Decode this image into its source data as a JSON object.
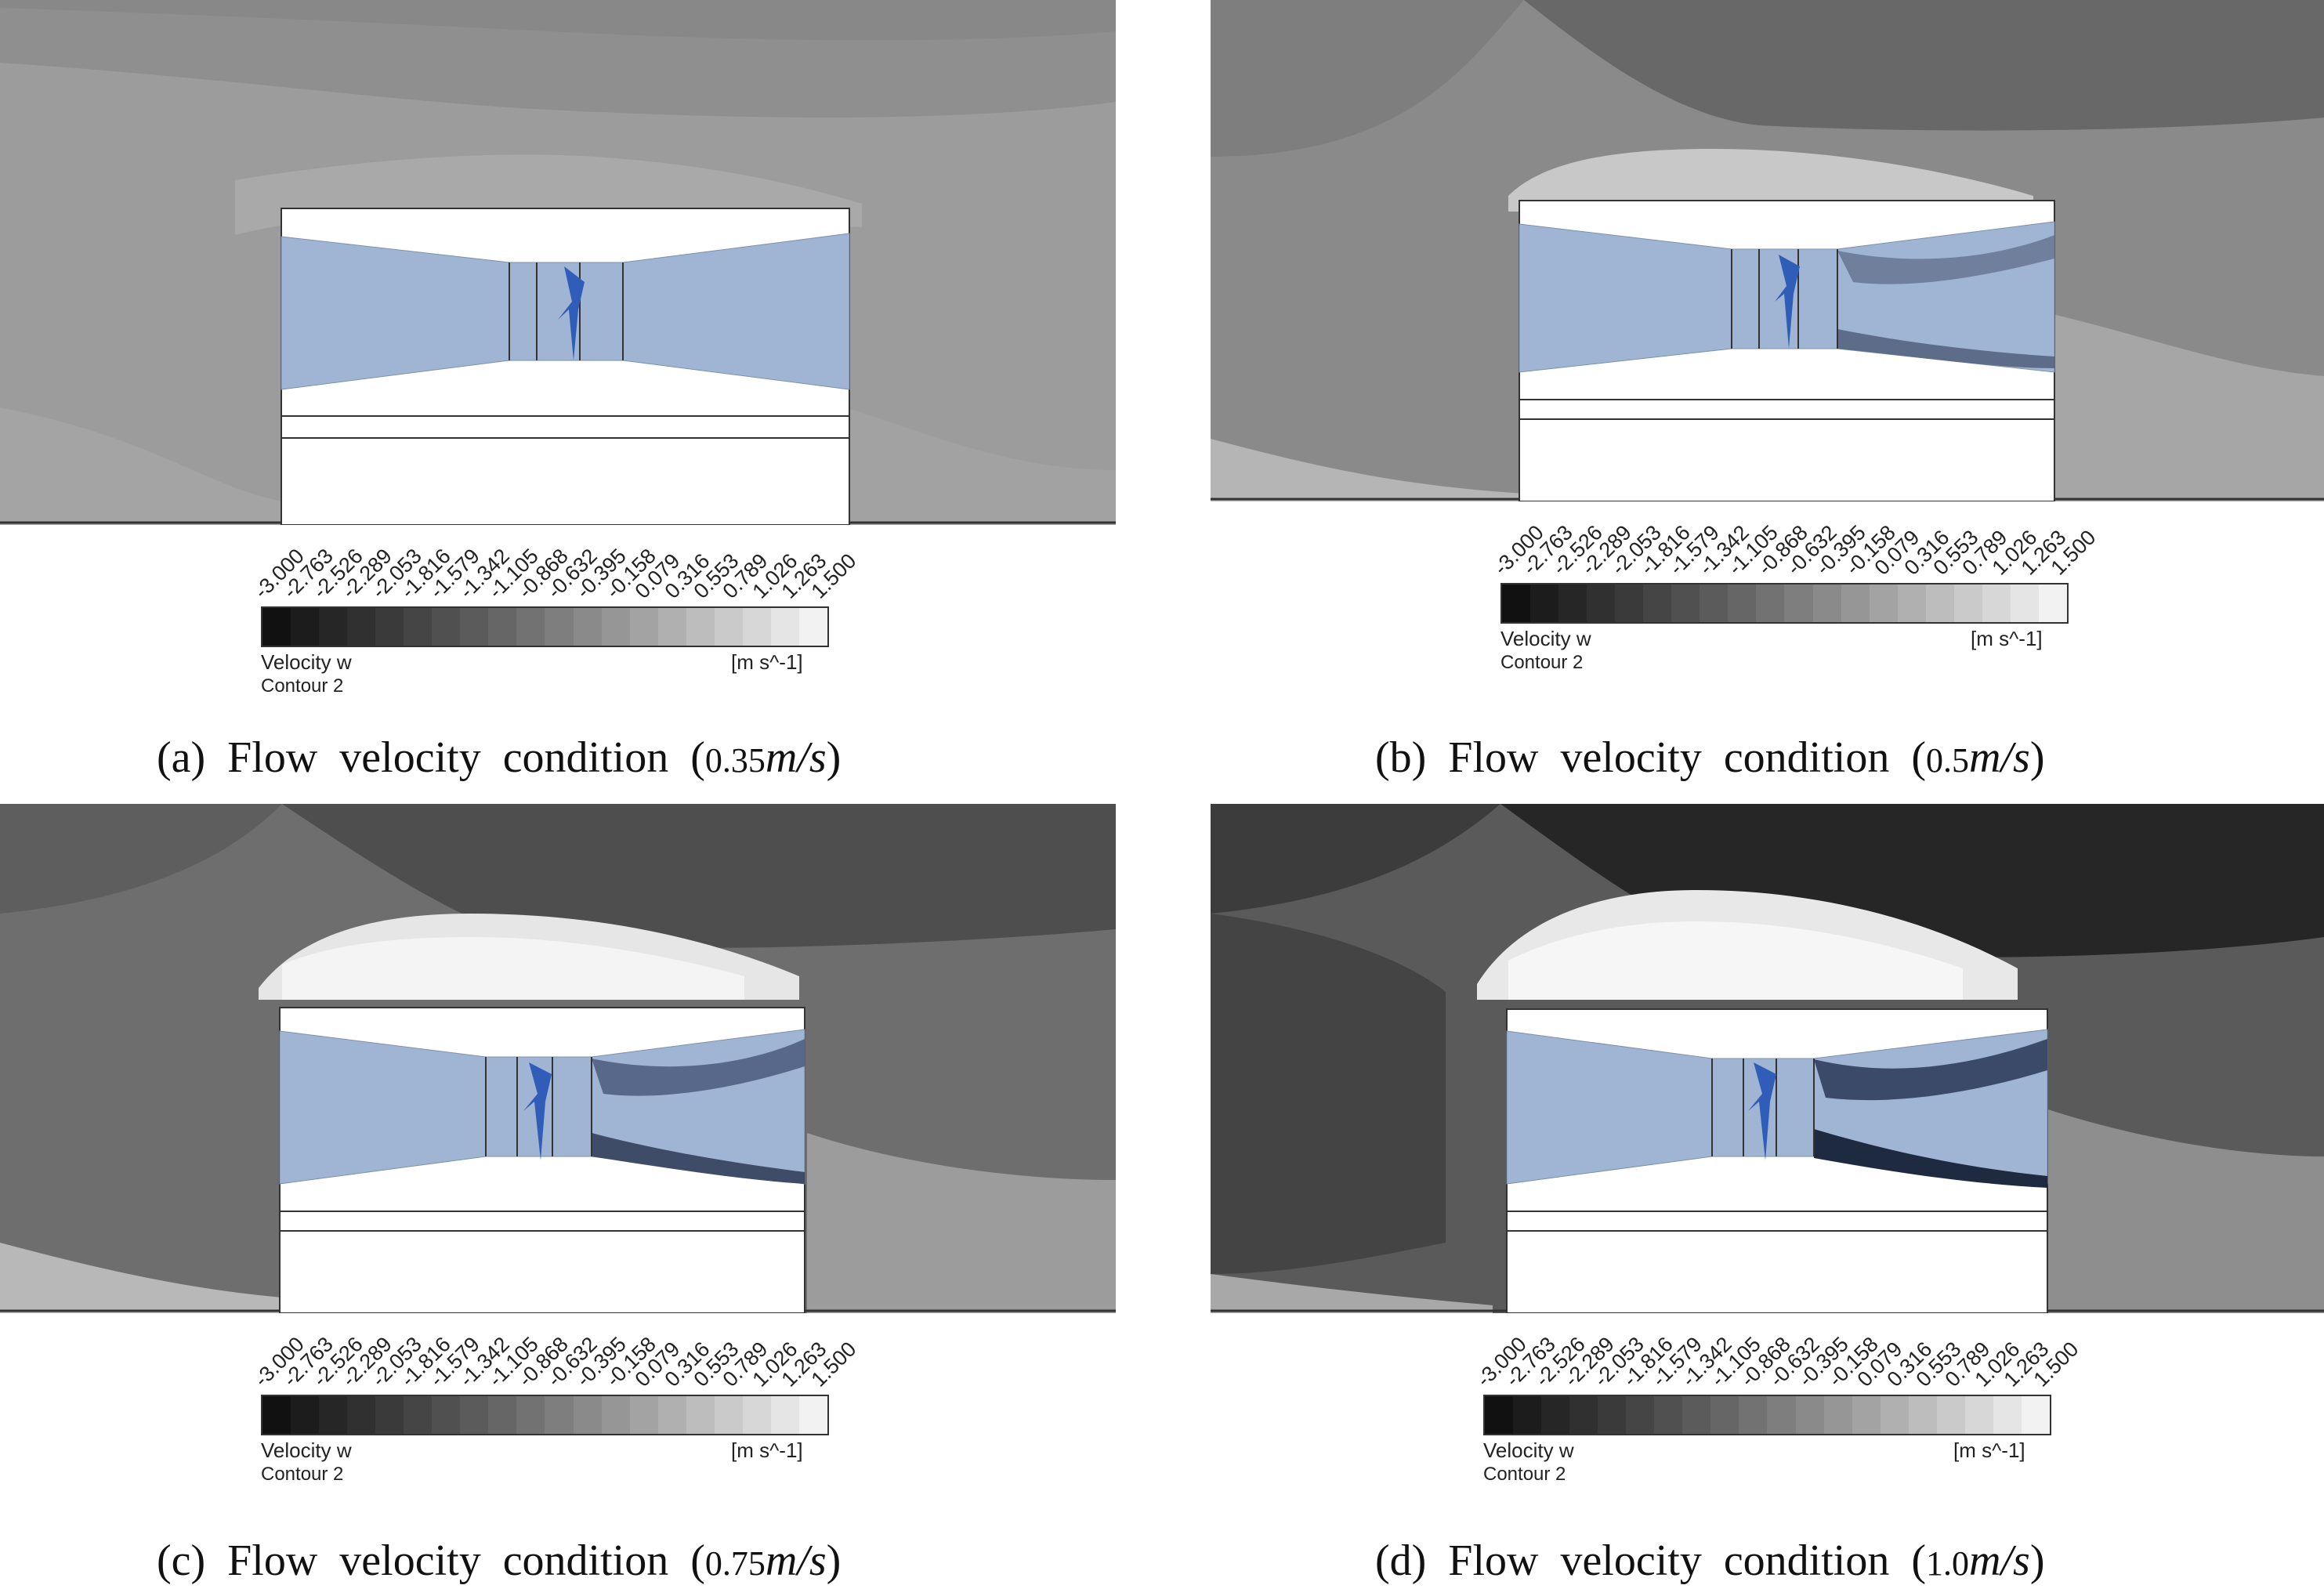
{
  "legend_ticks": [
    "-3.000",
    "-2.763",
    "-2.526",
    "-2.289",
    "-2.053",
    "-1.816",
    "-1.579",
    "-1.342",
    "-1.105",
    "-0.868",
    "-0.632",
    "-0.395",
    "-0.158",
    "0.079",
    "0.316",
    "0.553",
    "0.789",
    "1.026",
    "1.263",
    "1.500"
  ],
  "legend_variable": "Velocity w",
  "legend_unit": "[m s^-1]",
  "legend_contour": "Contour 2",
  "colormap": [
    "#111111",
    "#1c1c1c",
    "#262626",
    "#303030",
    "#3a3a3a",
    "#454545",
    "#505050",
    "#5b5b5b",
    "#666666",
    "#727272",
    "#7e7e7e",
    "#8a8a8a",
    "#969696",
    "#a3a3a3",
    "#b0b0b0",
    "#bdbdbd",
    "#cacaca",
    "#d7d7d7",
    "#e5e5e5",
    "#f2f2f2"
  ],
  "duct_color": "#9fb3d3",
  "turbine_color": "#2f5db8",
  "panels": [
    {
      "label": "(a)",
      "caption_text": "Flow velocity condition",
      "value": "0.35",
      "unit": "m/s",
      "paren_open": "(",
      "paren_close": ")",
      "background": "#9a9a9a"
    },
    {
      "label": "(b)",
      "caption_text": "Flow velocity condition",
      "value": "0.5",
      "unit": "m/s",
      "paren_open": "(",
      "paren_close": ")",
      "background": "#7a7a7a"
    },
    {
      "label": "(c)",
      "caption_text": "Flow velocity condition",
      "value": "0.75",
      "unit": "m/s",
      "paren_open": "(",
      "paren_close": ")",
      "background": "#5c5c5c"
    },
    {
      "label": "(d)",
      "caption_text": "Flow velocity condition",
      "value": "1.0",
      "unit": "m/s",
      "paren_open": "(",
      "paren_close": ")",
      "background": "#3a3a3a"
    }
  ]
}
